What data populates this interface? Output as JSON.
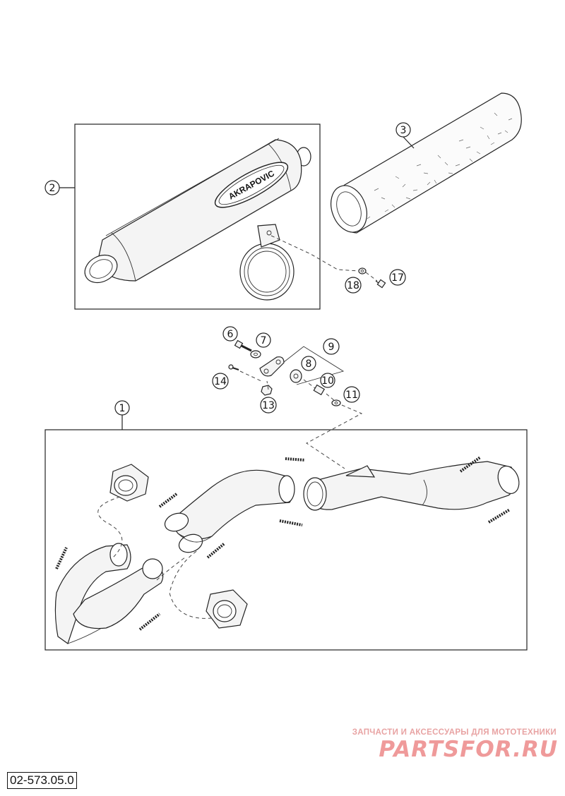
{
  "diagram": {
    "callouts": [
      {
        "id": "1",
        "label": "1"
      },
      {
        "id": "2",
        "label": "2"
      },
      {
        "id": "3",
        "label": "3"
      },
      {
        "id": "6",
        "label": "6"
      },
      {
        "id": "7",
        "label": "7"
      },
      {
        "id": "8",
        "label": "8"
      },
      {
        "id": "9",
        "label": "9"
      },
      {
        "id": "10",
        "label": "10"
      },
      {
        "id": "11",
        "label": "11"
      },
      {
        "id": "13",
        "label": "13"
      },
      {
        "id": "14",
        "label": "14"
      },
      {
        "id": "17",
        "label": "17"
      },
      {
        "id": "18",
        "label": "18"
      }
    ],
    "muffler_brand": "AKRAPOVIC"
  },
  "watermark": {
    "tagline": "ЗАПЧАСТИ И АКСЕССУАРЫ ДЛЯ МОТОТЕХНИКИ",
    "brand": "PARTSFOR.RU"
  },
  "doc_number": "02-573.05.0",
  "colors": {
    "line": "#222222",
    "watermark": "#ef9a9a"
  }
}
